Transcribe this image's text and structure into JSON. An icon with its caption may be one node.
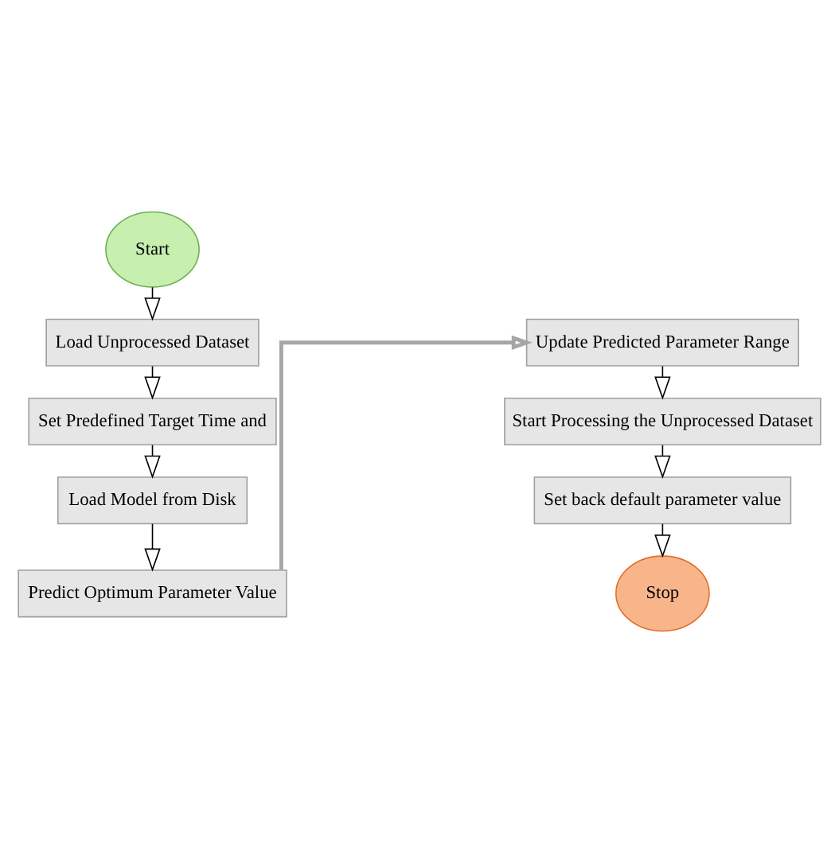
{
  "diagram": {
    "nodes": [
      {
        "text": [
          "Start"
        ]
      },
      {
        "text": [
          "Load Unprocessed Dataset"
        ]
      },
      {
        "text": [
          "Set Predefined Target Time and"
        ]
      },
      {
        "text": [
          "Load Model from Disk"
        ]
      },
      {
        "text": [
          "Predict Optimum Parameter Value"
        ]
      },
      {
        "text": [
          "Update Predicted Parameter Range"
        ]
      },
      {
        "text": [
          "Start Processing the Unprocessed Dataset"
        ]
      },
      {
        "text": [
          "Set back default parameter value"
        ]
      },
      {
        "text": [
          "Stop"
        ]
      }
    ],
    "edges": [
      {
        "from": 0,
        "to": 1,
        "arrow": "to"
      },
      {
        "from": 1,
        "to": 2,
        "arrow": "to"
      },
      {
        "from": 2,
        "to": 3,
        "arrow": "to"
      },
      {
        "from": 3,
        "to": 4,
        "arrow": "to"
      },
      {
        "from": 4,
        "to": 5,
        "arrow": "to",
        "style": "thick",
        "color": "#a6a6a6"
      },
      {
        "from": 5,
        "to": 6,
        "arrow": "to"
      },
      {
        "from": 6,
        "to": 7,
        "arrow": "to"
      },
      {
        "from": 7,
        "to": 8,
        "arrow": "to"
      }
    ]
  }
}
